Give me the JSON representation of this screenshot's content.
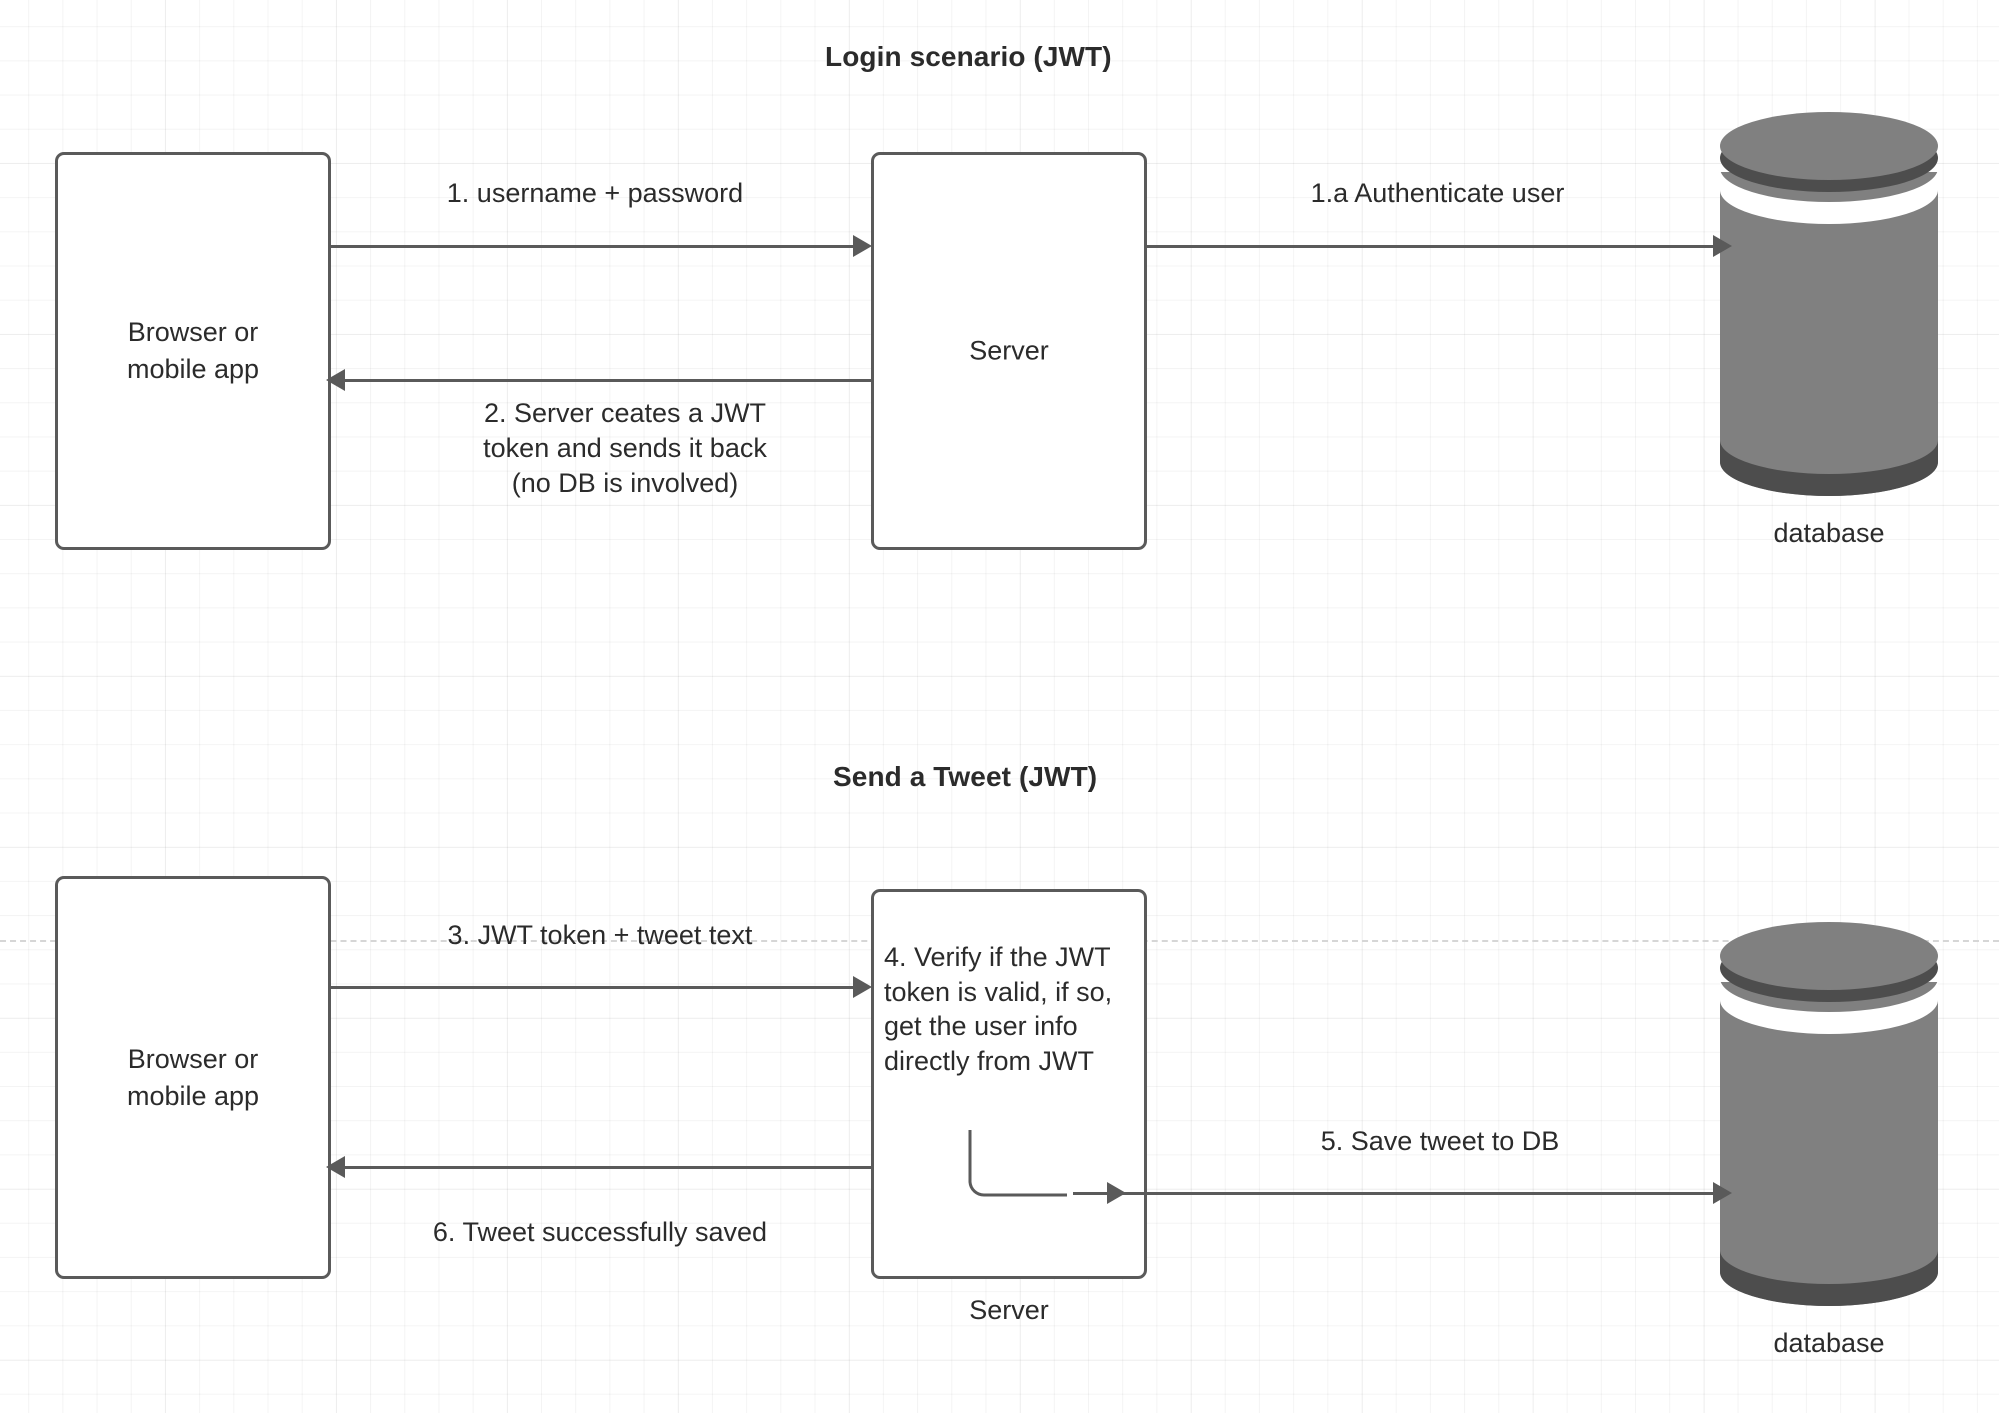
{
  "diagram": {
    "title_top": "Login scenario (JWT)",
    "title_bottom": "Send a Tweet (JWT)",
    "colors": {
      "stroke": "#5a5a5a",
      "text": "#2b2b2b",
      "db_body": "#808080",
      "db_rim": "#4d4d4d",
      "canvas": "#ffffff"
    }
  },
  "sections": {
    "login": {
      "title": "Login scenario (JWT)",
      "nodes": {
        "client": "Browser or\nmobile app",
        "client_line1": "Browser or",
        "client_line2": "mobile app",
        "server": "Server",
        "database": "database"
      },
      "edges": [
        {
          "id": "e1",
          "label": "1. username + password",
          "from": "client",
          "to": "server",
          "direction": "right"
        },
        {
          "id": "e2",
          "label": "2. Server ceates a JWT\ntoken and sends it back\n(no DB is involved)",
          "from": "server",
          "to": "client",
          "direction": "left"
        },
        {
          "id": "e3",
          "label": "1.a Authenticate user",
          "from": "server",
          "to": "database",
          "direction": "right"
        }
      ]
    },
    "tweet": {
      "title": "Send a Tweet (JWT)",
      "nodes": {
        "client_line1": "Browser or",
        "client_line2": "mobile app",
        "server_body": "4. Verify if the JWT token is valid, if so, get the user info directly from JWT",
        "server_label": "Server",
        "database": "database"
      },
      "edges": [
        {
          "id": "e4",
          "label": "3. JWT token + tweet text",
          "from": "client",
          "to": "server",
          "direction": "right"
        },
        {
          "id": "e5",
          "label": "6. Tweet successfully saved",
          "from": "server",
          "to": "client",
          "direction": "left"
        },
        {
          "id": "e6",
          "label": "5. Save tweet to DB",
          "from": "server",
          "to": "database",
          "direction": "right"
        }
      ]
    }
  }
}
